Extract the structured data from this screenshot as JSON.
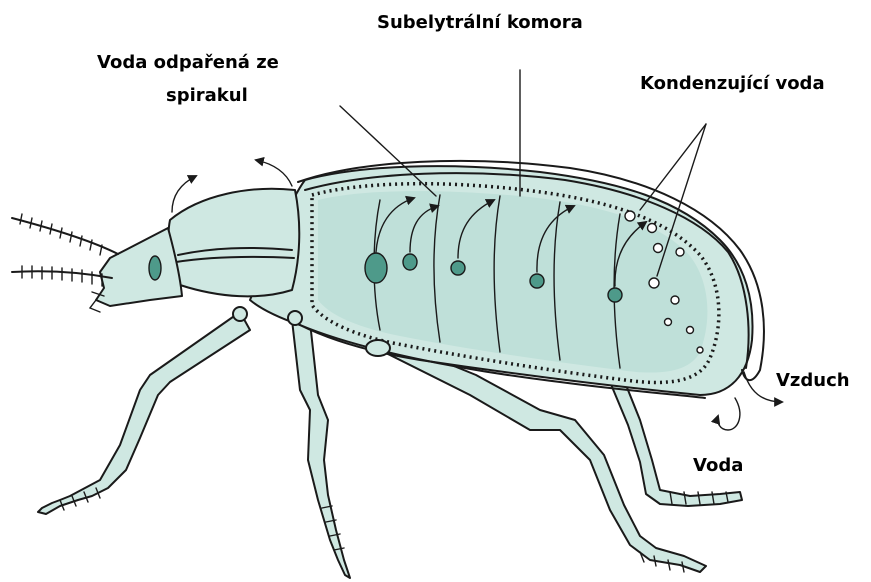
{
  "labels": {
    "subelytral_chamber": "Subelytrální komora",
    "evaporated_water_line1": "Voda odpařená ze",
    "evaporated_water_line2": "spirakul",
    "condensing_water": "Kondenzující voda",
    "air": "Vzduch",
    "water": "Voda"
  },
  "colors": {
    "body_fill": "#cfe8e2",
    "spiracle_fill": "#4e9a8a",
    "outline": "#1a1a1a"
  }
}
